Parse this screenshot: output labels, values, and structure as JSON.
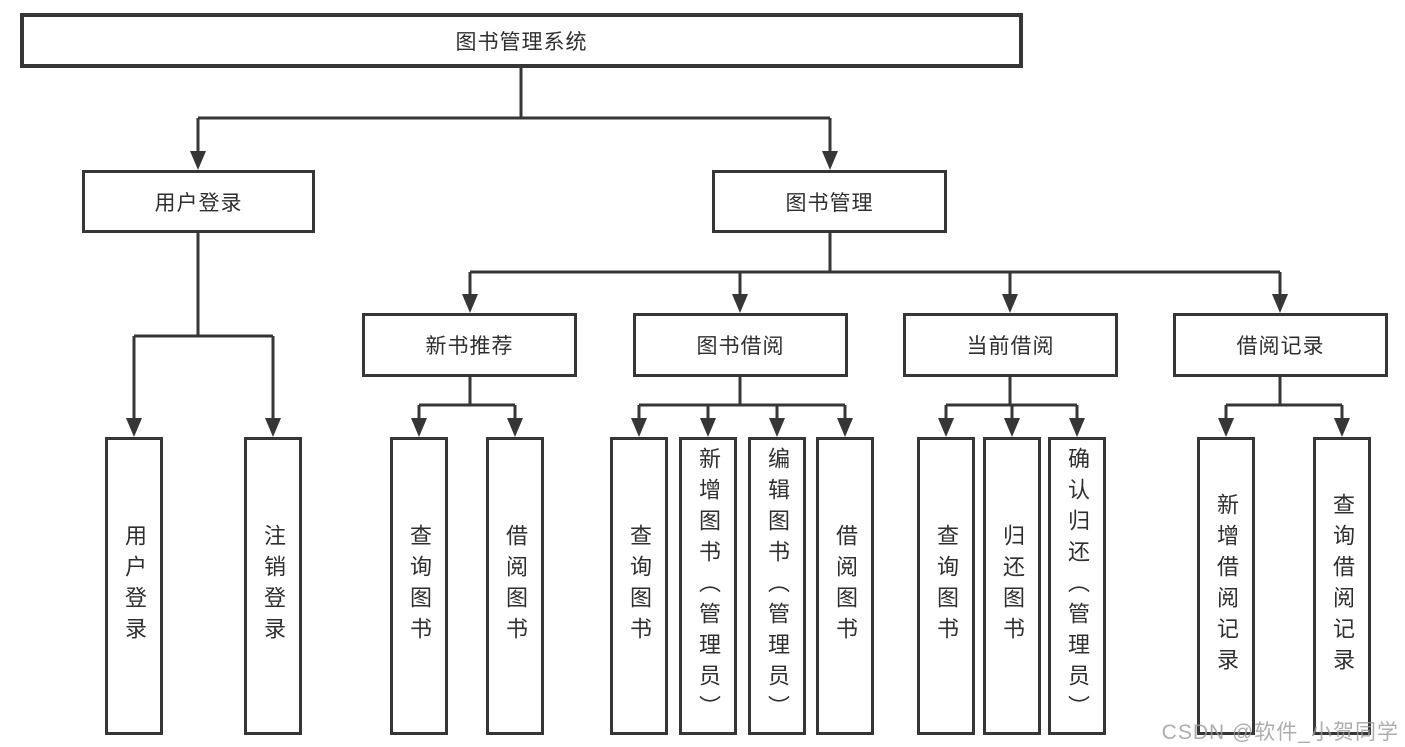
{
  "tree": {
    "label": "图书管理系统",
    "children": [
      {
        "label": "用户登录",
        "children": [
          {
            "label": "用户登录"
          },
          {
            "label": "注销登录"
          }
        ]
      },
      {
        "label": "图书管理",
        "children": [
          {
            "label": "新书推荐",
            "children": [
              {
                "label": "查询图书"
              },
              {
                "label": "借阅图书"
              }
            ]
          },
          {
            "label": "图书借阅",
            "children": [
              {
                "label": "查询图书"
              },
              {
                "label": "新增图书（管理员）"
              },
              {
                "label": "编辑图书（管理员）"
              },
              {
                "label": "借阅图书"
              }
            ]
          },
          {
            "label": "当前借阅",
            "children": [
              {
                "label": "查询图书"
              },
              {
                "label": "归还图书"
              },
              {
                "label": "确认归还（管理员）"
              }
            ]
          },
          {
            "label": "借阅记录",
            "children": [
              {
                "label": "新增借阅记录"
              },
              {
                "label": "查询借阅记录"
              }
            ]
          }
        ]
      }
    ]
  },
  "watermark": {
    "text": "CSDN @软件_小贺同学"
  },
  "colors": {
    "line": "#363636",
    "text": "#2f2f2f",
    "box_background": "#ffffff",
    "watermark": "#9c9c9c"
  }
}
